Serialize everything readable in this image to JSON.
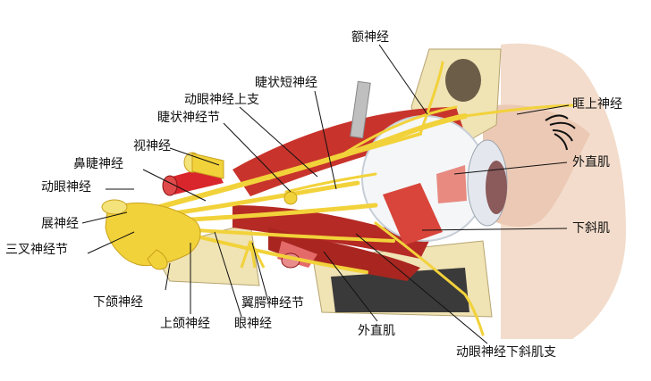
{
  "diagram": {
    "labels": {
      "frontal_nerve": "额神经",
      "short_ciliary_nerves": "睫状短神经",
      "oculomotor_superior_branch": "动眼神经上支",
      "ciliary_ganglion": "睫状神经节",
      "optic_nerve": "视神经",
      "nasociliary_nerve": "鼻睫神经",
      "oculomotor_nerve": "动眼神经",
      "abducens_nerve": "展神经",
      "trigeminal_ganglion": "三叉神经节",
      "mandibular_nerve": "下颌神经",
      "maxillary_nerve": "上颌神经",
      "pterygopalatine_ganglion": "翼腭神经节",
      "ophthalmic_nerve": "眼神经",
      "lateral_rectus_bottom": "外直肌",
      "oculomotor_inferior_oblique_branch": "动眼神经下斜肌支",
      "supraorbital_nerve": "眶上神经",
      "lateral_rectus_right": "外直肌",
      "inferior_oblique": "下斜肌"
    },
    "colors": {
      "nerve": "#f2d23a",
      "nerve_stroke": "#c9a21c",
      "muscle": "#c8342c",
      "vessel": "#d9262c",
      "bone": "#f0e3b4",
      "skin": "#f3dccb",
      "eyeball": "#f4f6f8"
    }
  }
}
